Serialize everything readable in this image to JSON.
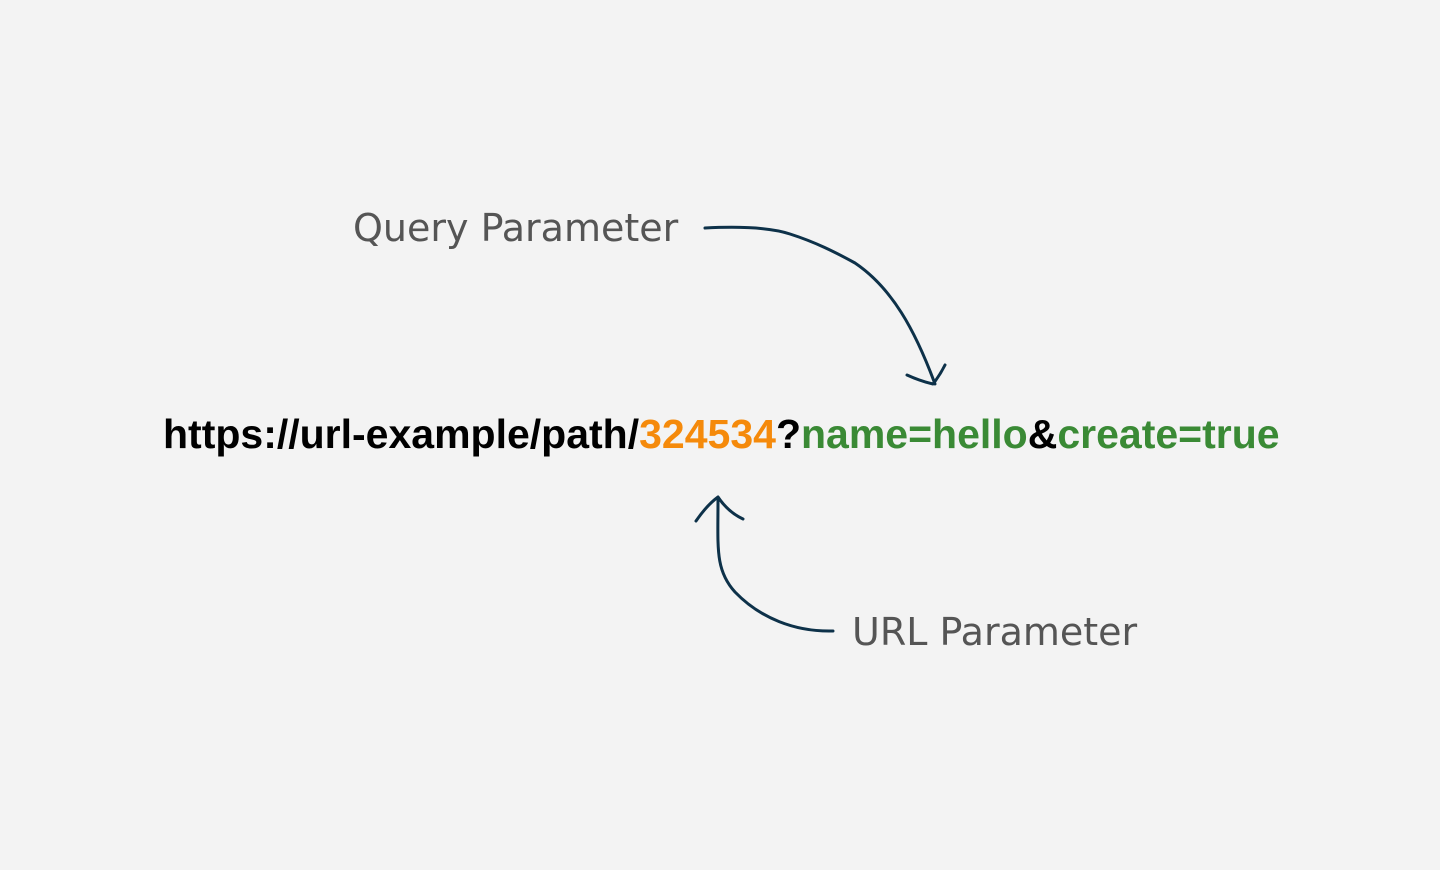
{
  "labels": {
    "query_parameter": "Query Parameter",
    "url_parameter": "URL Parameter"
  },
  "url": {
    "base": "https://url-example/path/",
    "url_param": "324534",
    "question_mark": "?",
    "query1": "name=hello",
    "ampersand": "&",
    "query2": "create=true"
  },
  "colors": {
    "background": "#f3f3f3",
    "label": "#555555",
    "url_base": "#000000",
    "url_param": "#f58a0b",
    "query_param": "#3a8a35",
    "arrow": "#0d3149"
  }
}
